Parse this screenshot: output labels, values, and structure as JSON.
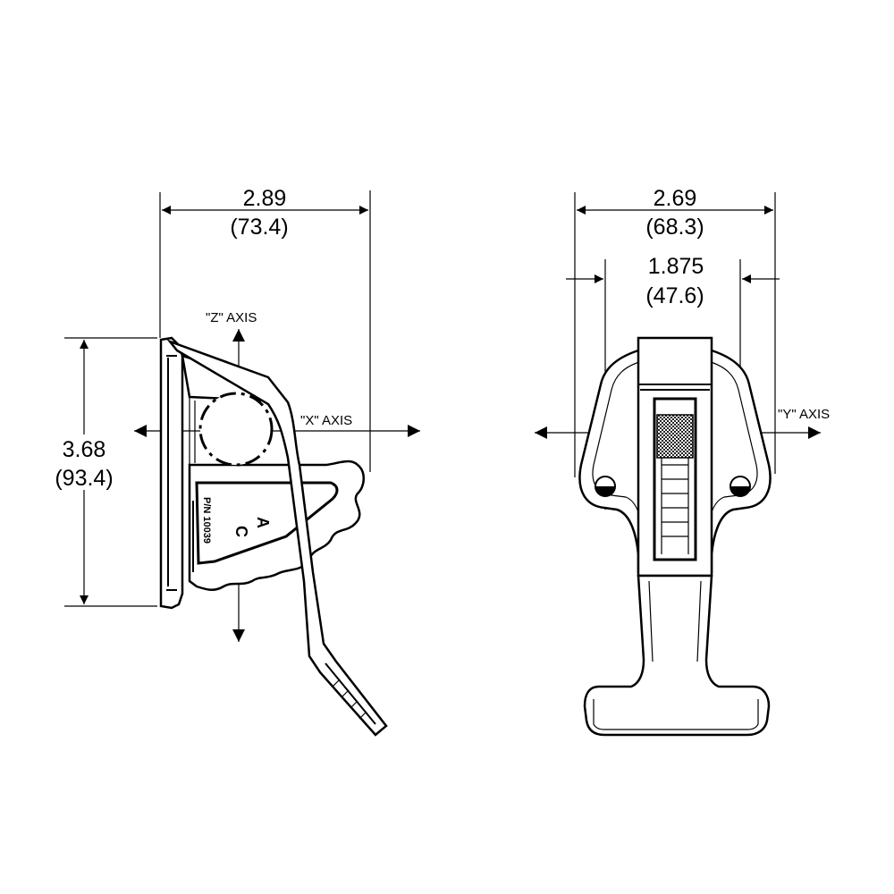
{
  "side_view": {
    "width_dim": {
      "value": "2.89",
      "metric": "(73.4)"
    },
    "height_dim": {
      "value": "3.68",
      "metric": "(93.4)"
    },
    "z_axis_label": "\"Z\" AXIS",
    "x_axis_label": "\"X\" AXIS",
    "part_number": "P/N 10039",
    "letters": [
      "A",
      "C"
    ]
  },
  "front_view": {
    "overall_width_dim": {
      "value": "2.69",
      "metric": "(68.3)"
    },
    "hole_spacing_dim": {
      "value": "1.875",
      "metric": "(47.6)"
    },
    "y_axis_label": "\"Y\" AXIS"
  }
}
